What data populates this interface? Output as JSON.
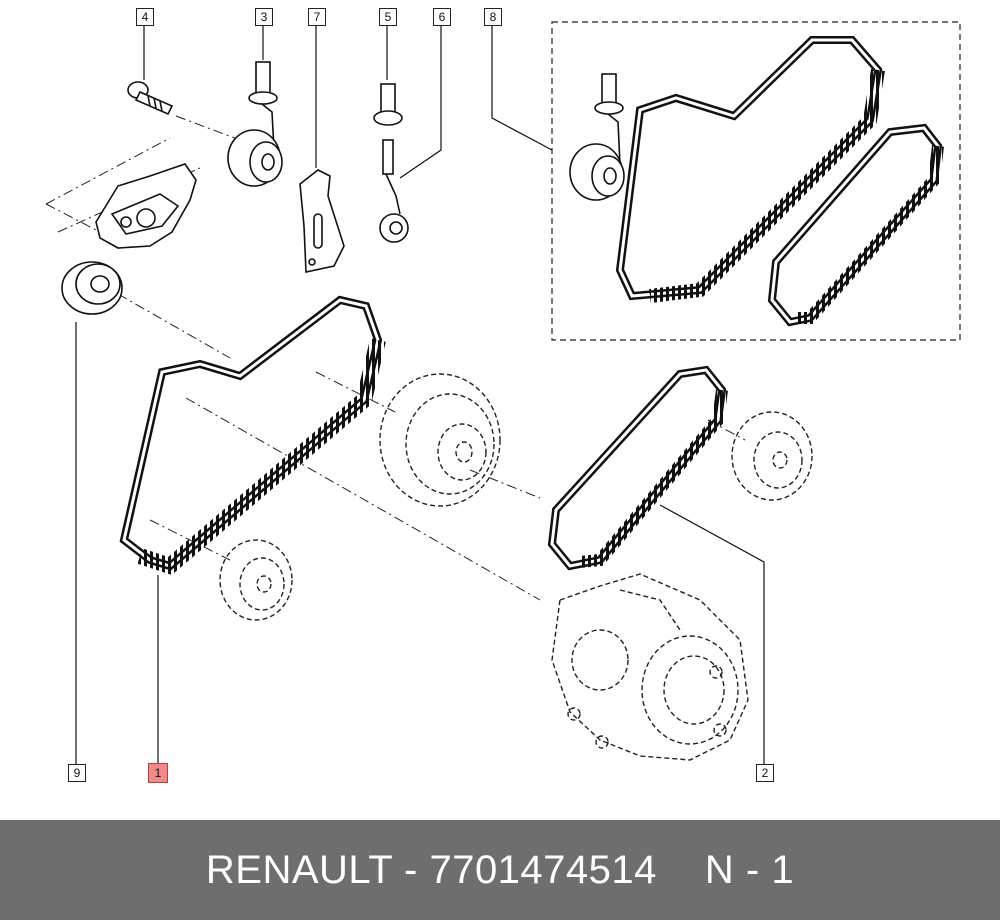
{
  "callouts": {
    "c1": "1",
    "c2": "2",
    "c3": "3",
    "c4": "4",
    "c5": "5",
    "c6": "6",
    "c7": "7",
    "c8": "8",
    "c9": "9"
  },
  "highlighted_callout": "1",
  "colors": {
    "footer_background": "#6e6e6e",
    "footer_text": "#ffffff",
    "highlight": "#f08a8a"
  },
  "footer": {
    "part_label": "RENAULT - 7701474514",
    "ref_label": "N - 1"
  }
}
